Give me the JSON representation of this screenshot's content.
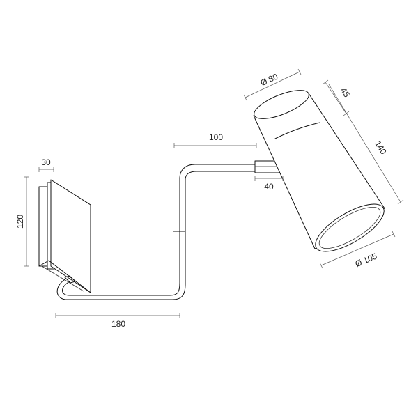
{
  "dimensions": {
    "plate_width": "30",
    "plate_height": "120",
    "arm_reach": "180",
    "arm_top": "100",
    "neck_length": "40",
    "shade_top_diameter": "Ø 80",
    "shade_upper_length": "45",
    "shade_length": "140",
    "shade_bottom_diameter": "Ø 105"
  },
  "colors": {
    "line": "#111111",
    "dimension": "#555555",
    "background": "#ffffff"
  }
}
